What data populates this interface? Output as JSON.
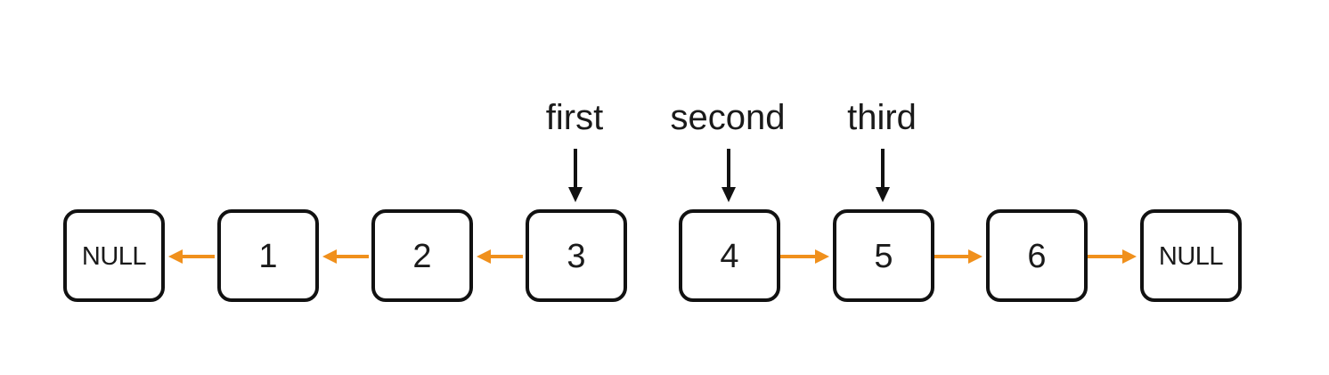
{
  "colors": {
    "node_border": "#111111",
    "link_arrow": "#f0901c",
    "pointer_arrow": "#111111",
    "background": "#ffffff"
  },
  "nodes": [
    {
      "label": "NULL",
      "kind": "null"
    },
    {
      "label": "1",
      "kind": "value"
    },
    {
      "label": "2",
      "kind": "value"
    },
    {
      "label": "3",
      "kind": "value"
    },
    {
      "label": "4",
      "kind": "value"
    },
    {
      "label": "5",
      "kind": "value"
    },
    {
      "label": "6",
      "kind": "value"
    },
    {
      "label": "NULL",
      "kind": "null"
    }
  ],
  "links": [
    {
      "from": 1,
      "to": 0,
      "direction": "left"
    },
    {
      "from": 2,
      "to": 1,
      "direction": "left"
    },
    {
      "from": 3,
      "to": 2,
      "direction": "left"
    },
    {
      "from": 4,
      "to": 5,
      "direction": "right"
    },
    {
      "from": 5,
      "to": 6,
      "direction": "right"
    },
    {
      "from": 6,
      "to": 7,
      "direction": "right"
    }
  ],
  "pointers": [
    {
      "label": "first",
      "target": 3
    },
    {
      "label": "second",
      "target": 4
    },
    {
      "label": "third",
      "target": 5
    }
  ]
}
